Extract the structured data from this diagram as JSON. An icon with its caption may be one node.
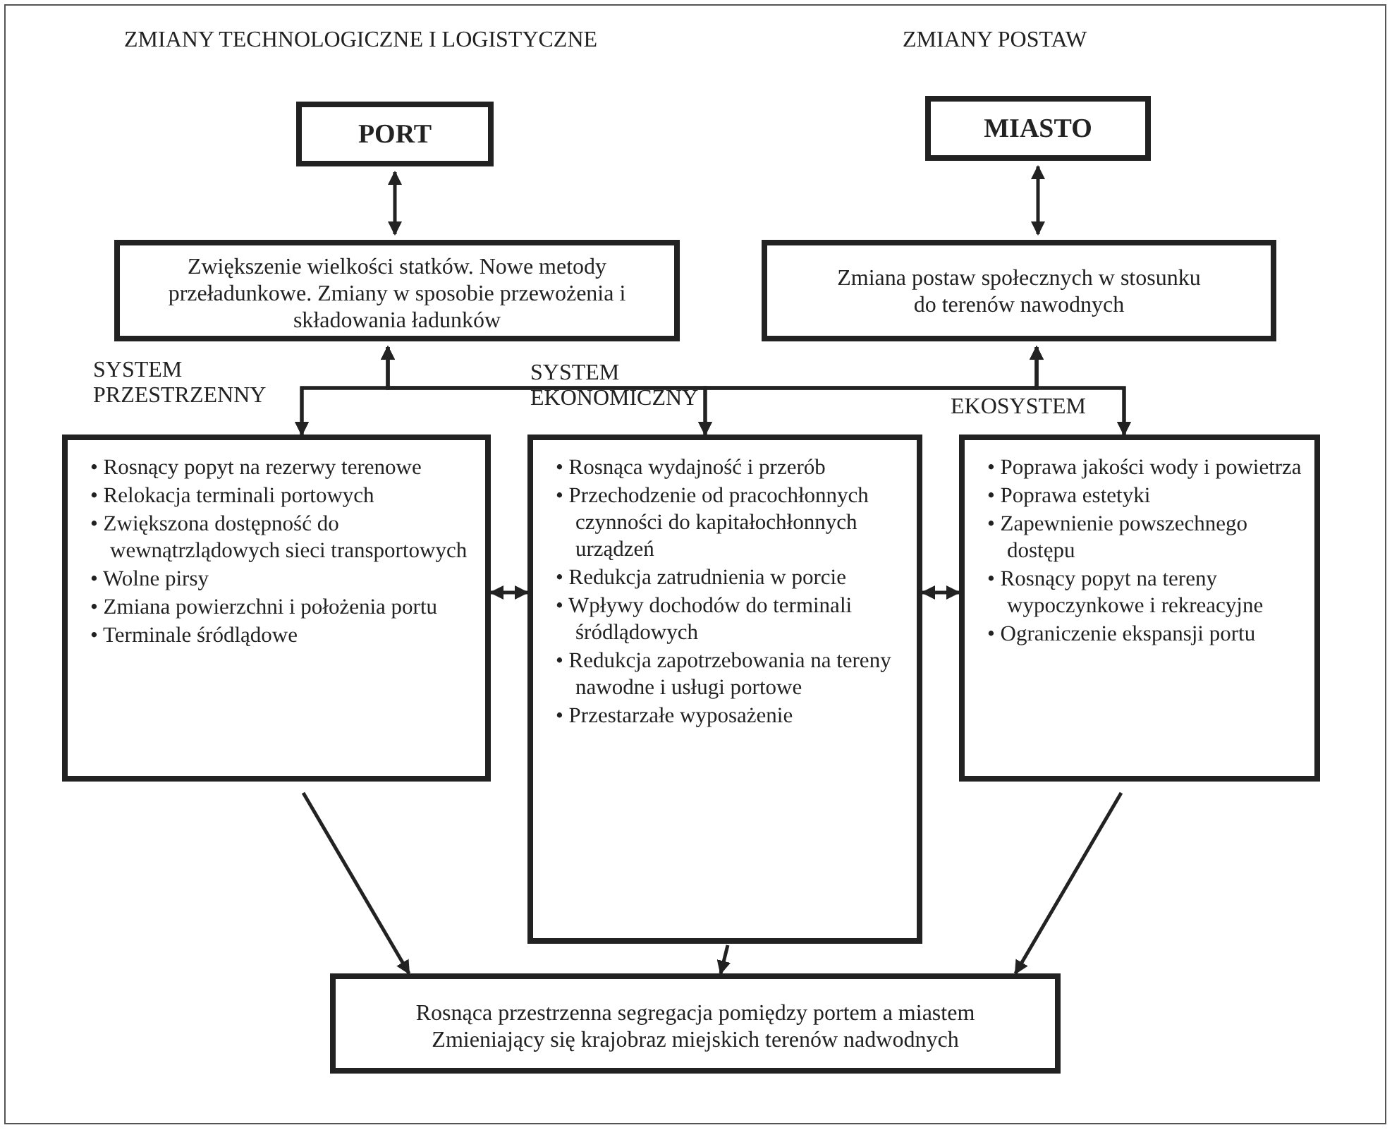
{
  "diagram": {
    "nodes": [
      {
        "text": [
          "PORT"
        ]
      },
      {
        "text": [
          "MIASTO"
        ]
      },
      {
        "text": [
          "Zwiększenie wielkości statków. Nowe metody przeładunkowe. Zmiany w sposobie przewożenia i składowania ładunków"
        ]
      },
      {
        "text": [
          "Zmiana postaw społecznych w stosunku do terenów nawodnych"
        ]
      },
      {
        "text": [
          "SYSTEM PRZESTRZENNY",
          "• Rosnący popyt na rezerwy terenowe",
          "• Relokacja terminali portowych",
          "• Zwiększona dostępność do wewnątrzlądowych sieci transportowych",
          "• Wolne pirsy",
          "• Zmiana powierzchni i położenia portu",
          "• Terminale śródlądowe"
        ]
      },
      {
        "text": [
          "SYSTEM EKONOMICZNY",
          "• Rosnąca wydajność i przerób",
          "• Przechodzenie od pracochłonnych czynności do kapitałochłonnych urządzeń",
          "• Redukcja zatrudnienia w porcie",
          "• Wpływy dochodów do terminali śródlądowych",
          "• Redukcja zapotrzebowania na tereny nawodne i usługi portowe",
          "• Przestarzałe wyposażenie"
        ]
      },
      {
        "text": [
          "EKOSYSTEM",
          "• Poprawa jakości wody i powietrza",
          "• Poprawa estetyki",
          "• Zapewnienie powszechnego dostępu",
          "• Rosnący popyt na tereny wypoczynkowe i rekreacyjne",
          "• Ograniczenie ekspansji portu"
        ]
      },
      {
        "text": [
          "Rosnąca przestrzenna segregacja pomiędzy portem a miastem",
          "Zmieniający się krajobraz miejskich terenów nadwodnych"
        ]
      }
    ],
    "edges": [
      {
        "from": 0,
        "to": 2,
        "arrow": "both"
      },
      {
        "from": 1,
        "to": 3,
        "arrow": "both"
      },
      {
        "from": 2,
        "to": 4,
        "arrow": "both"
      },
      {
        "from": 2,
        "to": 5,
        "arrow": "both"
      },
      {
        "from": 2,
        "to": 6,
        "arrow": "both"
      },
      {
        "from": 3,
        "to": 4,
        "arrow": "both"
      },
      {
        "from": 3,
        "to": 5,
        "arrow": "both"
      },
      {
        "from": 3,
        "to": 6,
        "arrow": "both"
      },
      {
        "from": 4,
        "to": 5,
        "arrow": "both"
      },
      {
        "from": 5,
        "to": 6,
        "arrow": "both"
      },
      {
        "from": 4,
        "to": 7,
        "arrow": "to"
      },
      {
        "from": 5,
        "to": 7,
        "arrow": "to"
      },
      {
        "from": 6,
        "to": 7,
        "arrow": "to"
      }
    ],
    "labels": [
      "ZMIANY TECHNOLOGICZNE I LOGISTYCZNE",
      "ZMIANY POSTAW"
    ]
  }
}
